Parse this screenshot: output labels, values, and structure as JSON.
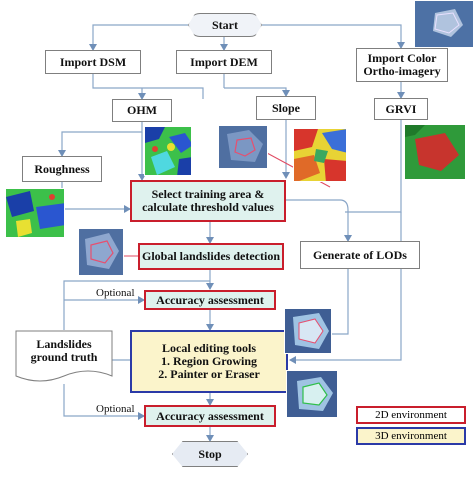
{
  "nodes": {
    "start": "Start",
    "import_dsm": "Import DSM",
    "import_dem": "Import DEM",
    "import_color_line1": "Import Color",
    "import_color_line2": "Ortho-imagery",
    "ohm": "OHM",
    "slope": "Slope",
    "grvi": "GRVI",
    "roughness": "Roughness",
    "select_training_line1": "Select training area &",
    "select_training_line2": "calculate threshold values",
    "global_detection": "Global landslides detection",
    "generate_lods": "Generate of LODs",
    "accuracy_1": "Accuracy assessment",
    "ground_truth_line1": "Landslides",
    "ground_truth_line2": "ground truth",
    "local_tools_title": "Local editing tools",
    "local_tools_item1": "1. Region Growing",
    "local_tools_item2": "2. Painter or Eraser",
    "accuracy_2": "Accuracy assessment",
    "stop": "Stop"
  },
  "labels": {
    "optional_1": "Optional",
    "optional_2": "Optional"
  },
  "legend": {
    "env_2d": "2D environment",
    "env_3d": "3D environment",
    "color_2d": "#c91e2c",
    "color_3d": "#2b3aa7"
  },
  "colors": {
    "connector": "#8aa6c8",
    "red_highlight": "#c91e2c",
    "blue_highlight": "#2b3aa7",
    "fill_2d": "#dff2ee",
    "fill_3d": "#fbf4cb"
  }
}
